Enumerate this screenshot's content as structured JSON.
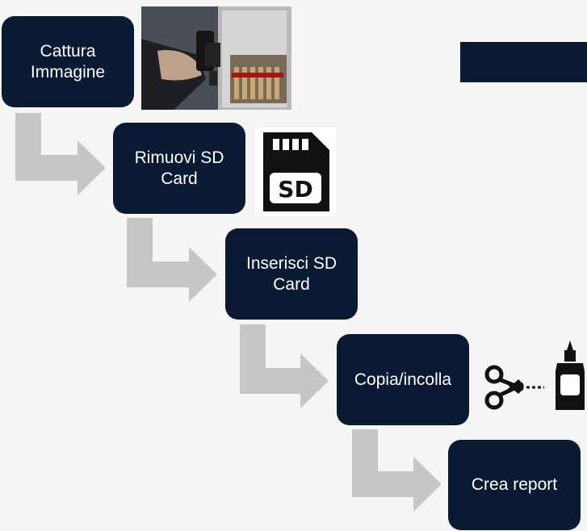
{
  "steps": [
    {
      "line1": "Cattura",
      "line2": "Immagine"
    },
    {
      "line1": "Rimuovi SD",
      "line2": "Card"
    },
    {
      "line1": "Inserisci SD",
      "line2": "Card"
    },
    {
      "line1": "Copia/incolla",
      "line2": ""
    },
    {
      "line1": "Crea report",
      "line2": ""
    }
  ],
  "icons": {
    "sd_card": "sd-card-icon",
    "sd_label": "SD",
    "scissors": "scissors-icon",
    "glue": "glue-bottle-icon",
    "photo": "thermal-camera-photo"
  },
  "colors": {
    "box": "#0b1a33",
    "arrow": "#c6c6c6",
    "background": "#f5f5f5",
    "text": "#ffffff"
  }
}
